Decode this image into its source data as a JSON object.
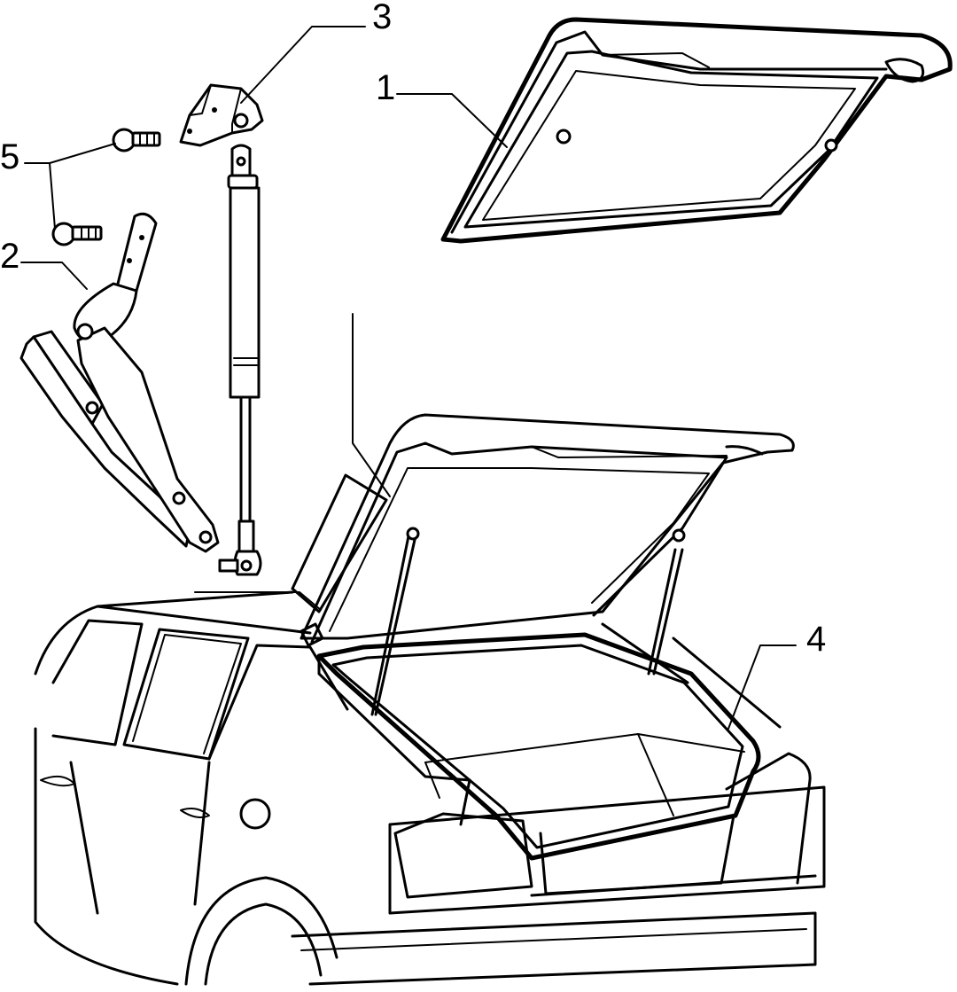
{
  "callouts": {
    "part_1": "1",
    "part_2": "2",
    "part_3": "3",
    "part_4": "4",
    "part_5": "5"
  },
  "colors": {
    "line": "#000000",
    "background": "#ffffff"
  }
}
